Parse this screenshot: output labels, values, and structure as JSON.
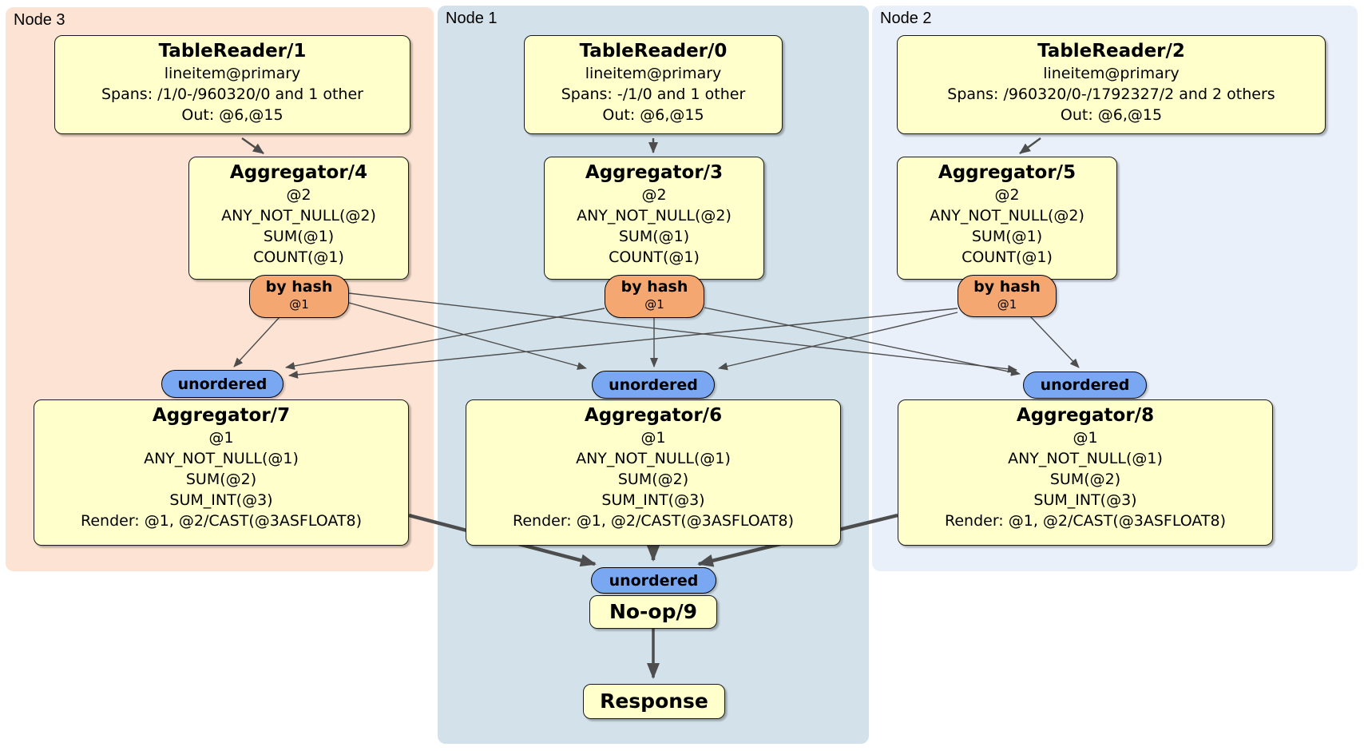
{
  "panels": [
    {
      "id": "node3",
      "label": "Node 3"
    },
    {
      "id": "node1",
      "label": "Node 1"
    },
    {
      "id": "node2",
      "label": "Node 2"
    }
  ],
  "processors": {
    "tr1": {
      "title": "TableReader/1",
      "lines": [
        "lineitem@primary",
        "Spans: /1/0-/960320/0 and 1 other",
        "Out: @6,@15"
      ]
    },
    "tr0": {
      "title": "TableReader/0",
      "lines": [
        "lineitem@primary",
        "Spans: -/1/0 and 1 other",
        "Out: @6,@15"
      ]
    },
    "tr2": {
      "title": "TableReader/2",
      "lines": [
        "lineitem@primary",
        "Spans: /960320/0-/1792327/2 and 2 others",
        "Out: @6,@15"
      ]
    },
    "agg4": {
      "title": "Aggregator/4",
      "lines": [
        "@2",
        "ANY_NOT_NULL(@2)",
        "SUM(@1)",
        "COUNT(@1)"
      ]
    },
    "agg3": {
      "title": "Aggregator/3",
      "lines": [
        "@2",
        "ANY_NOT_NULL(@2)",
        "SUM(@1)",
        "COUNT(@1)"
      ]
    },
    "agg5": {
      "title": "Aggregator/5",
      "lines": [
        "@2",
        "ANY_NOT_NULL(@2)",
        "SUM(@1)",
        "COUNT(@1)"
      ]
    },
    "agg7": {
      "title": "Aggregator/7",
      "lines": [
        "@1",
        "ANY_NOT_NULL(@1)",
        "SUM(@2)",
        "SUM_INT(@3)",
        "Render: @1, @2/CAST(@3ASFLOAT8)"
      ]
    },
    "agg6": {
      "title": "Aggregator/6",
      "lines": [
        "@1",
        "ANY_NOT_NULL(@1)",
        "SUM(@2)",
        "SUM_INT(@3)",
        "Render: @1, @2/CAST(@3ASFLOAT8)"
      ]
    },
    "agg8": {
      "title": "Aggregator/8",
      "lines": [
        "@1",
        "ANY_NOT_NULL(@1)",
        "SUM(@2)",
        "SUM_INT(@3)",
        "Render: @1, @2/CAST(@3ASFLOAT8)"
      ]
    },
    "noop9": {
      "title": "No-op/9"
    },
    "response": {
      "title": "Response"
    }
  },
  "routers": {
    "hash4": {
      "label": "by hash",
      "columns": "@1"
    },
    "hash3": {
      "label": "by hash",
      "columns": "@1"
    },
    "hash5": {
      "label": "by hash",
      "columns": "@1"
    },
    "sync7": {
      "label": "unordered"
    },
    "sync6": {
      "label": "unordered"
    },
    "sync8": {
      "label": "unordered"
    },
    "sync9": {
      "label": "unordered"
    }
  },
  "edges": [
    {
      "from": "TableReader/1",
      "to": "Aggregator/4"
    },
    {
      "from": "TableReader/0",
      "to": "Aggregator/3"
    },
    {
      "from": "TableReader/2",
      "to": "Aggregator/5"
    },
    {
      "from": "Aggregator/4 by hash",
      "to": "Aggregator/7 unordered"
    },
    {
      "from": "Aggregator/4 by hash",
      "to": "Aggregator/6 unordered"
    },
    {
      "from": "Aggregator/4 by hash",
      "to": "Aggregator/8 unordered"
    },
    {
      "from": "Aggregator/3 by hash",
      "to": "Aggregator/7 unordered"
    },
    {
      "from": "Aggregator/3 by hash",
      "to": "Aggregator/6 unordered"
    },
    {
      "from": "Aggregator/3 by hash",
      "to": "Aggregator/8 unordered"
    },
    {
      "from": "Aggregator/5 by hash",
      "to": "Aggregator/7 unordered"
    },
    {
      "from": "Aggregator/5 by hash",
      "to": "Aggregator/6 unordered"
    },
    {
      "from": "Aggregator/5 by hash",
      "to": "Aggregator/8 unordered"
    },
    {
      "from": "Aggregator/7",
      "to": "No-op/9 unordered"
    },
    {
      "from": "Aggregator/6",
      "to": "No-op/9 unordered"
    },
    {
      "from": "Aggregator/8",
      "to": "No-op/9 unordered"
    },
    {
      "from": "No-op/9",
      "to": "Response"
    }
  ],
  "colors": {
    "panel-node3": "#fce3d3",
    "panel-node1": "#d2e1ea",
    "panel-node2": "#eaf0fa",
    "box-fill": "#ffffcc",
    "box-border": "#1a1a1a",
    "hash-router-fill": "#f5a771",
    "sync-fill": "#79a7f1",
    "edge": "#4d4d4d"
  }
}
